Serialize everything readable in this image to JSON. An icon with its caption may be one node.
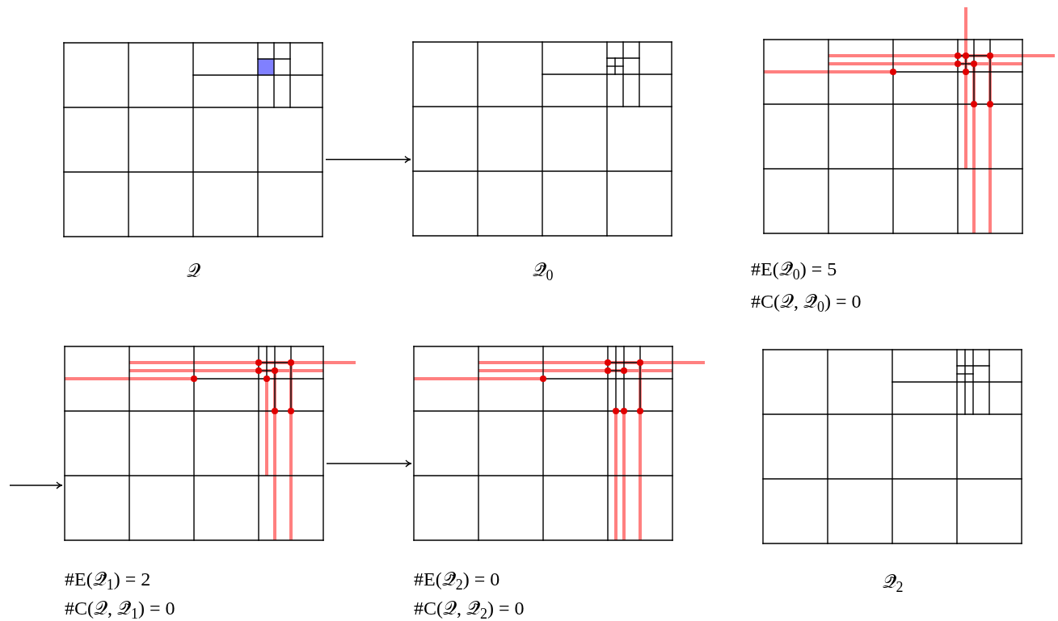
{
  "diagram": {
    "nodes": [
      {
        "text": [
          "𝒬"
        ]
      },
      {
        "text": [
          "𝒬̃$_{0}$"
        ]
      },
      {
        "text": [
          "#E(𝒬̃$_{0}$) = 5",
          "#C(𝒬, 𝒬̃$_{0}$) = 0"
        ]
      },
      {
        "text": [
          "#E(𝒬̃$_{1}$) = 2",
          "#C(𝒬, 𝒬̃$_{1}$) = 0"
        ]
      },
      {
        "text": [
          "#E(𝒬̃$_{2}$) = 0",
          "#C(𝒬, 𝒬̃$_{2}$) = 0"
        ]
      },
      {
        "text": [
          "𝒬̃$_{2}$"
        ]
      }
    ],
    "edges": [
      {
        "from": 0,
        "to": 1,
        "arrow": "to"
      },
      {
        "from": null,
        "to": 3,
        "arrow": "to"
      },
      {
        "from": 3,
        "to": 4,
        "arrow": "to"
      }
    ]
  }
}
